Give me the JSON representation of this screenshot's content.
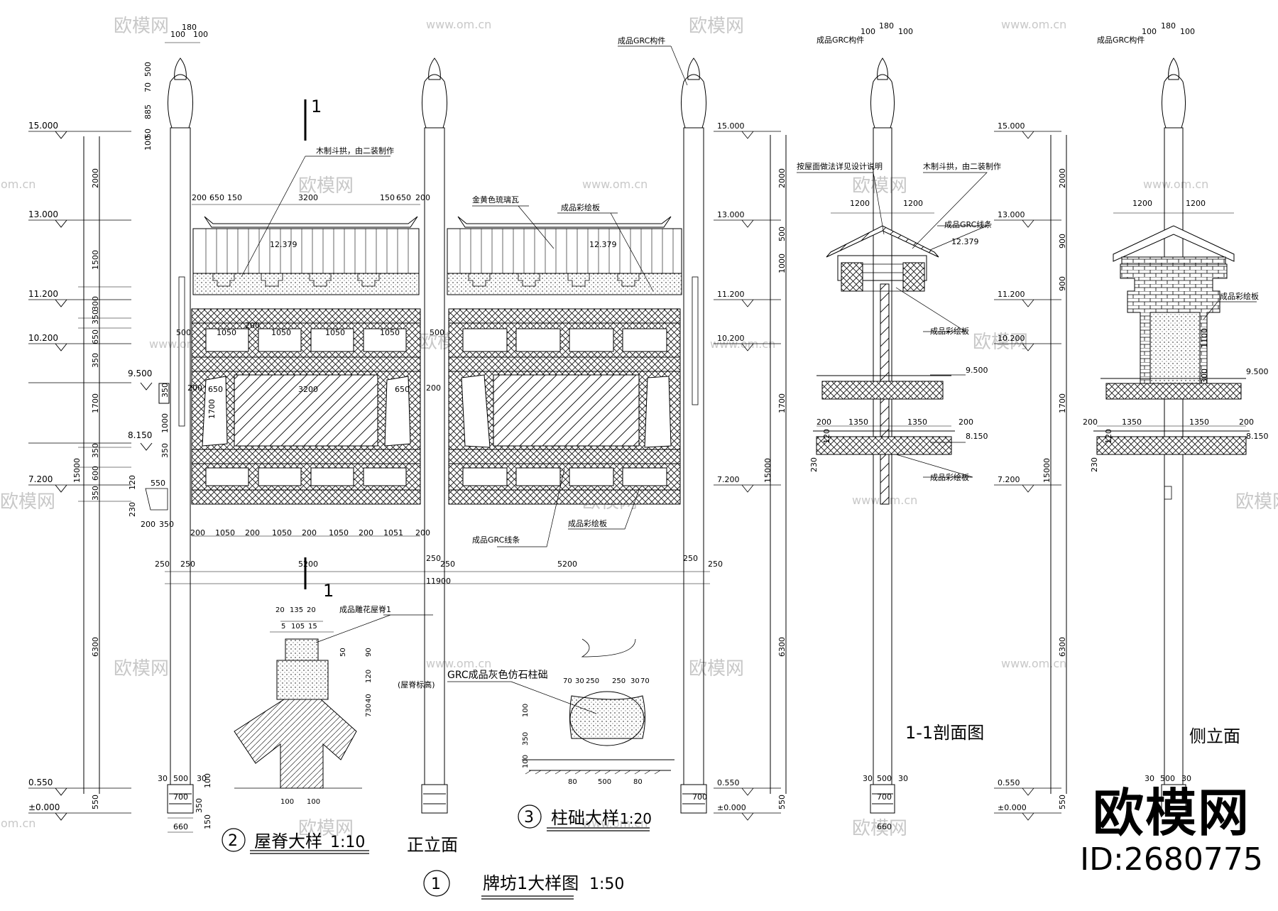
{
  "sheet_title": "牌坊1大样图",
  "sheet_scale": "1:50",
  "sheet_number": "1",
  "views": {
    "front": "正立面",
    "section": "1-1剖面图",
    "side": "侧立面",
    "ridge_detail": {
      "number": "2",
      "title": "屋脊大样",
      "scale": "1:10"
    },
    "base_detail": {
      "number": "3",
      "title": "柱础大样",
      "scale": "1:20"
    }
  },
  "section_mark": "1",
  "levels": [
    "15.000",
    "13.000",
    "11.200",
    "10.200",
    "9.500",
    "8.150",
    "7.200",
    "0.550",
    "±0.000"
  ],
  "level_12379": "12.379",
  "vertical_dims": [
    "2000",
    "1500",
    "300",
    "350",
    "650",
    "350",
    "1700",
    "1000",
    "350",
    "600",
    "350",
    "6300",
    "550"
  ],
  "total_height": "15000",
  "finial_dims": [
    "100",
    "180",
    "100",
    "70",
    "500",
    "885",
    "100",
    "50"
  ],
  "front_dims": {
    "roof": [
      "200",
      "650",
      "150",
      "3200",
      "150",
      "650",
      "200"
    ],
    "upper_frieze": [
      "500",
      "1050",
      "200",
      "1050",
      "1050",
      "1050",
      "500"
    ],
    "middle": [
      "200",
      "650",
      "3200",
      "650",
      "200",
      "1700"
    ],
    "lower": [
      "200",
      "1050",
      "200",
      "1050",
      "200",
      "1050",
      "200",
      "1051",
      "200"
    ],
    "bays": [
      "250",
      "250",
      "5200",
      "250",
      "250",
      "5200",
      "250",
      "250"
    ],
    "total": "11900",
    "side_bracket": [
      "550",
      "120",
      "230",
      "200",
      "350"
    ],
    "column_base": [
      "30",
      "500",
      "30",
      "700",
      "660",
      "100",
      "350",
      "150",
      "100"
    ]
  },
  "side_dims": [
    "1200",
    "1200",
    "200",
    "1350",
    "1350",
    "200",
    "120",
    "230",
    "350",
    "900",
    "900",
    "300",
    "1100",
    "500",
    "1000"
  ],
  "labels": {
    "grc_member": "成品GRC构件",
    "wood_bracket": "木制斗拱，由二装制作",
    "roof_note": "按屋面做法详见设计说明",
    "glazed_tile": "金黄色琉璃瓦",
    "painted_board": "成品彩绘板",
    "grc_molding": "成品GRC线条",
    "carved_ridge": "成品雕花屋脊1",
    "ridge_height": "(屋脊标高)",
    "grc_base": "GRC成品灰色仿石柱础"
  },
  "ridge_detail_dims": [
    "20",
    "135",
    "20",
    "5",
    "105",
    "15",
    "50",
    "90",
    "120",
    "40",
    "730",
    "100",
    "100"
  ],
  "base_detail_dims": [
    "70",
    "30",
    "250",
    "250",
    "30",
    "70",
    "100",
    "350",
    "100",
    "80",
    "500",
    "80"
  ],
  "watermark": {
    "site": "www.om.cn",
    "brand": "欧模网",
    "domain_left": "om.cn"
  },
  "brand_mark": {
    "name": "欧模网",
    "id": "ID:2680775"
  }
}
